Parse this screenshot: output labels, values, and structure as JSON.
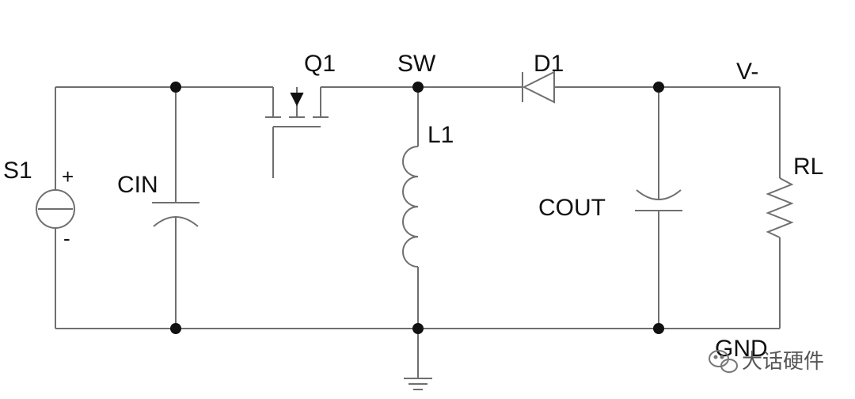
{
  "diagram": {
    "components": {
      "source": "S1",
      "input_capacitor": "CIN",
      "switch": "Q1",
      "inductor": "L1",
      "diode": "D1",
      "output_capacitor": "COUT",
      "load": "RL"
    },
    "nodes": {
      "switch_node": "SW",
      "output": "V-",
      "ground": "GND"
    },
    "polarity": {
      "positive": "+",
      "negative": "-"
    },
    "colors": {
      "wire": "#6f6f6f",
      "node_dot": "#111111",
      "text": "#111111"
    }
  },
  "watermark": {
    "text": "大话硬件",
    "icon": "wechat-icon"
  }
}
